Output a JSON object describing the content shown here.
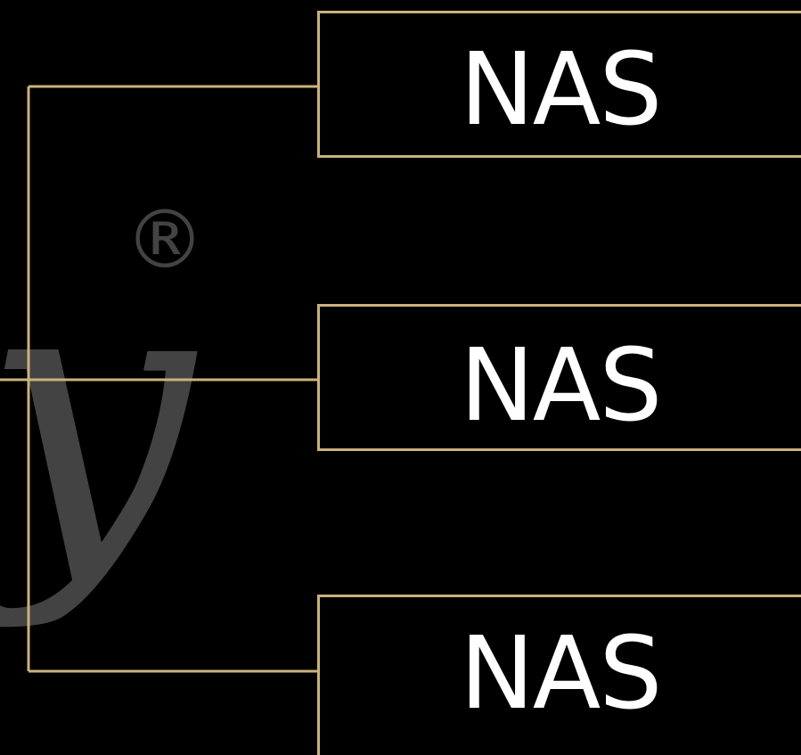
{
  "diagram": {
    "nodes": [
      {
        "label": "NAS"
      },
      {
        "label": "NAS"
      },
      {
        "label": "NAS"
      }
    ],
    "watermark": {
      "glyph": "y",
      "mark": "®"
    }
  },
  "colors": {
    "background": "#000000",
    "line": "#c9b27c",
    "text": "#ffffff",
    "watermark": "#5a5a5a"
  }
}
